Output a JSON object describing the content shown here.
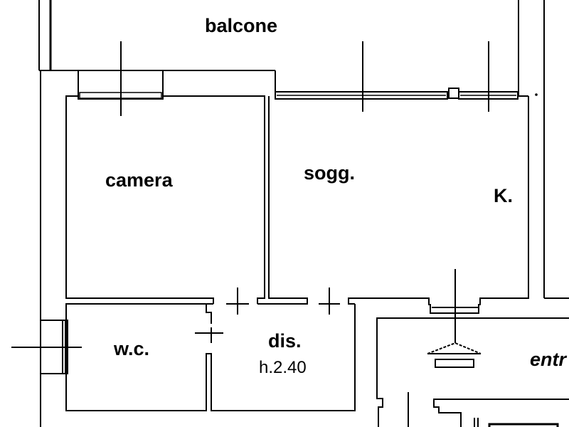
{
  "rooms": {
    "balcony": "balcone",
    "bedroom": "camera",
    "living": "sogg.",
    "kitchen": "K.",
    "bathroom": "w.c.",
    "hallway": "dis.",
    "hallway_height": "h.2.40",
    "entrance": "entr"
  },
  "colors": {
    "line": "#000000",
    "background": "#ffffff"
  }
}
